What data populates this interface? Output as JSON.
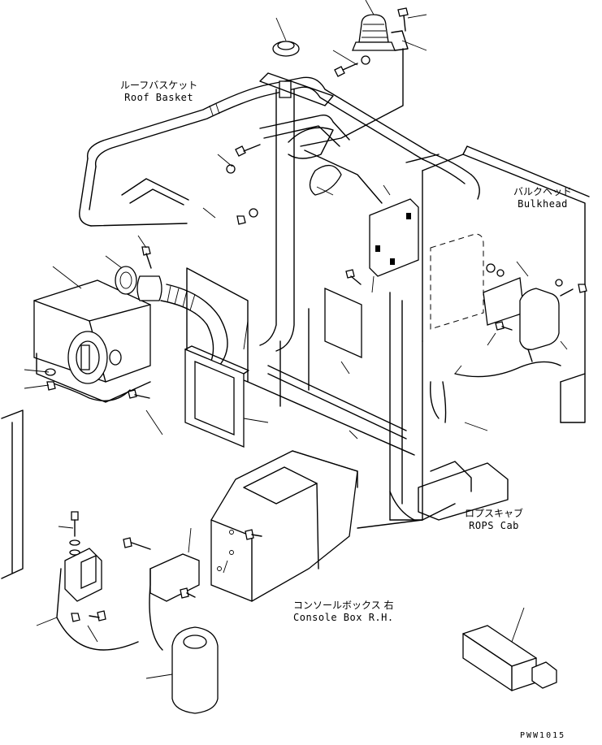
{
  "labels": {
    "roof_basket": {
      "jp": "ルーフバスケット",
      "en": "Roof Basket"
    },
    "bulkhead": {
      "jp": "バルクヘッド",
      "en": "Bulkhead"
    },
    "rops_cab": {
      "jp": "ロプスキャブ",
      "en": "ROPS Cab"
    },
    "console_box": {
      "jp": "コンソールボックス 右",
      "en": "Console Box R.H."
    }
  },
  "drawing_code": "PWW1015"
}
